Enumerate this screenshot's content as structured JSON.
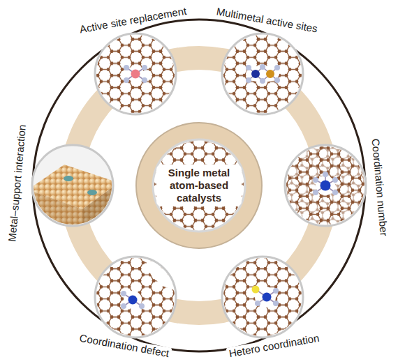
{
  "diagram": {
    "nodes": [
      {
        "text": [
          "Single metal atom-based catalysts"
        ]
      },
      {
        "text": [
          "Active site replacement"
        ]
      },
      {
        "text": [
          "Multimetal active sites"
        ]
      },
      {
        "text": [
          "Coordination number"
        ]
      },
      {
        "text": [
          "Hetero coordination"
        ]
      },
      {
        "text": [
          "Coordination defect"
        ]
      },
      {
        "text": [
          "Metal–support interaction"
        ]
      }
    ]
  }
}
